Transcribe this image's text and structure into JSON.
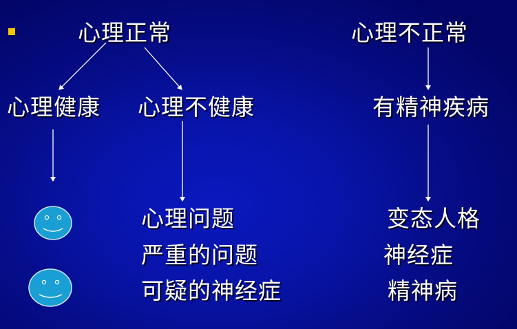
{
  "slide": {
    "bullet_color": "#f7c600",
    "background": {
      "edge": "#020566",
      "center": "#0a18bf"
    },
    "top_row": {
      "normal": "心理正常",
      "abnormal": "心理不正常"
    },
    "second_row": {
      "healthy": "心理健康",
      "unhealthy": "心理不健康",
      "mental_illness": "有精神疾病"
    },
    "healthy_column": {
      "icons": [
        "smiley-face",
        "smiley-face"
      ],
      "icon_color": "#1a9fd4"
    },
    "unhealthy_column": {
      "items": [
        "心理问题",
        "严重的问题",
        "可疑的神经症"
      ]
    },
    "illness_column": {
      "items": [
        "变态人格",
        "神经症",
        "精神病"
      ]
    }
  }
}
